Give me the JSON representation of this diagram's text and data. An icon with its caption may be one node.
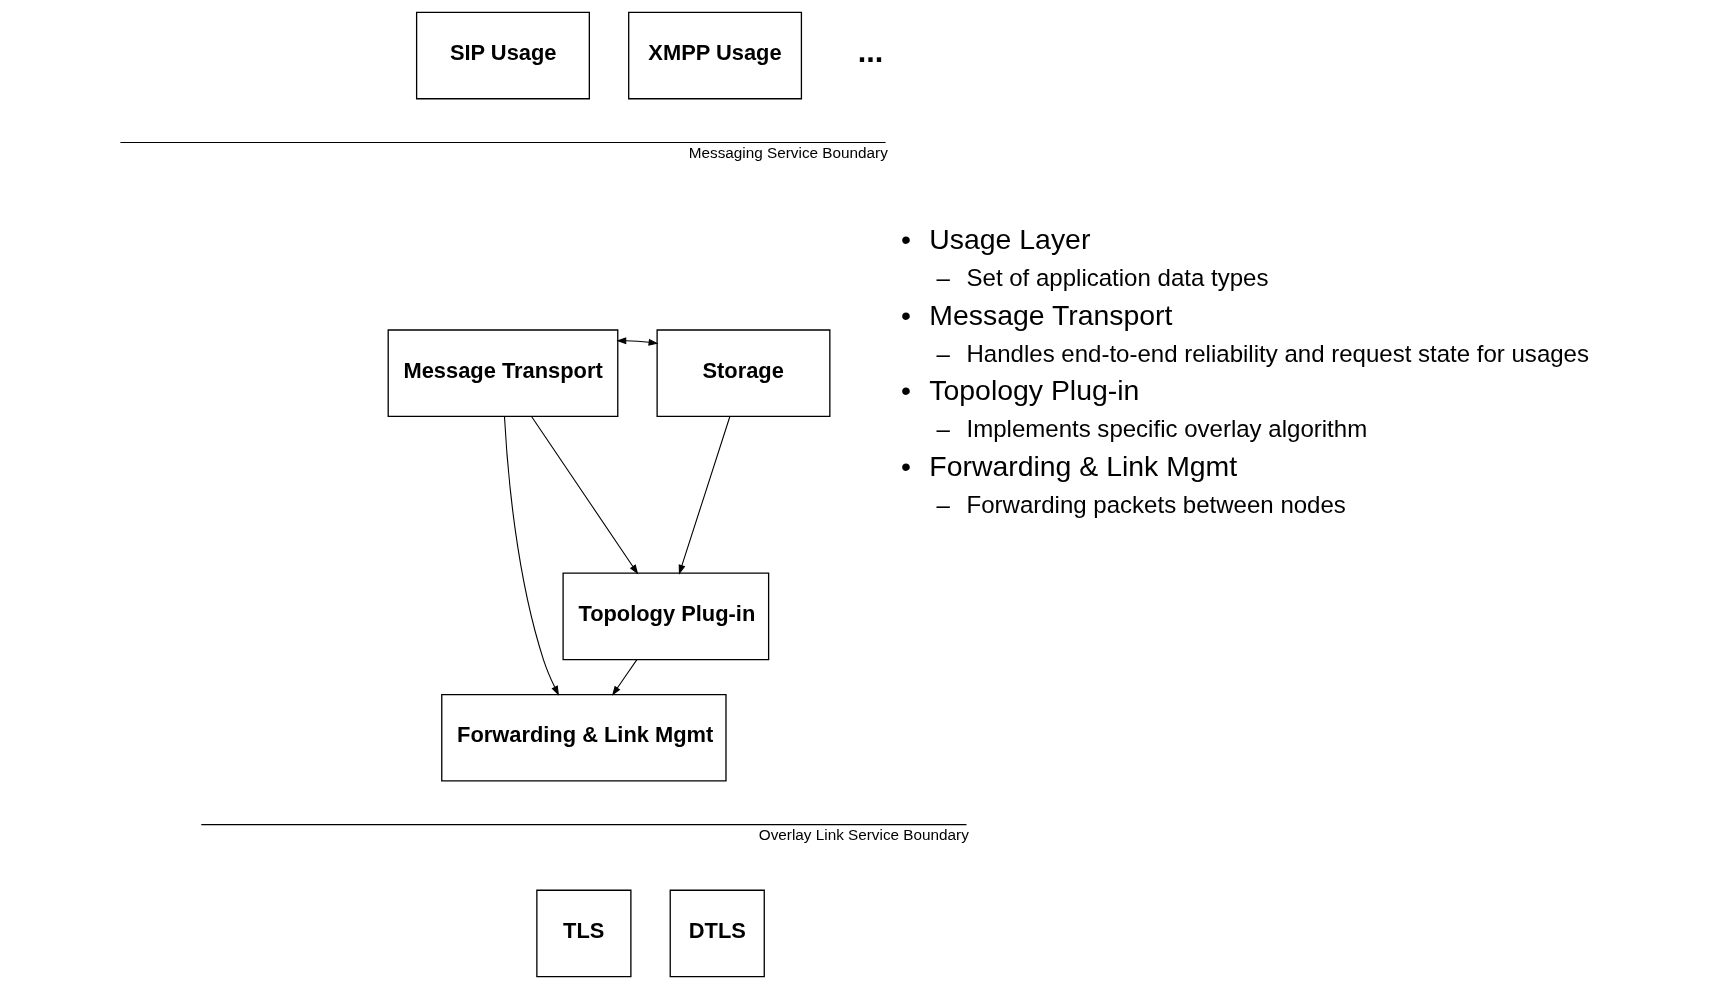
{
  "diagram": {
    "nodes": [
      {
        "text": [
          "SIP Usage"
        ]
      },
      {
        "text": [
          "XMPP Usage"
        ]
      },
      {
        "text": [
          "Message Transport"
        ]
      },
      {
        "text": [
          "Storage"
        ]
      },
      {
        "text": [
          "Topology Plug-in"
        ]
      },
      {
        "text": [
          "Forwarding & Link Mgmt"
        ]
      },
      {
        "text": [
          "TLS"
        ]
      },
      {
        "text": [
          "DTLS"
        ]
      }
    ],
    "edges": [
      {
        "from": 2,
        "to": 3,
        "arrow": "both"
      },
      {
        "from": 2,
        "to": 4,
        "arrow": "to"
      },
      {
        "from": 3,
        "to": 4,
        "arrow": "to"
      },
      {
        "from": 2,
        "to": 5,
        "arrow": "to"
      },
      {
        "from": 4,
        "to": 5,
        "arrow": "to"
      }
    ],
    "labels": [
      "...",
      "Messaging Service Boundary",
      "Overlay Link Service Boundary",
      "•",
      "Usage Layer",
      "–",
      "Set of application data types",
      "•",
      "Message Transport",
      "–",
      "Handles end-to-end reliability and request state for usages",
      "•",
      "Topology Plug-in",
      "–",
      "Implements specific overlay algorithm",
      "•",
      "Forwarding & Link Mgmt",
      "–",
      "Forwarding packets between nodes"
    ]
  }
}
